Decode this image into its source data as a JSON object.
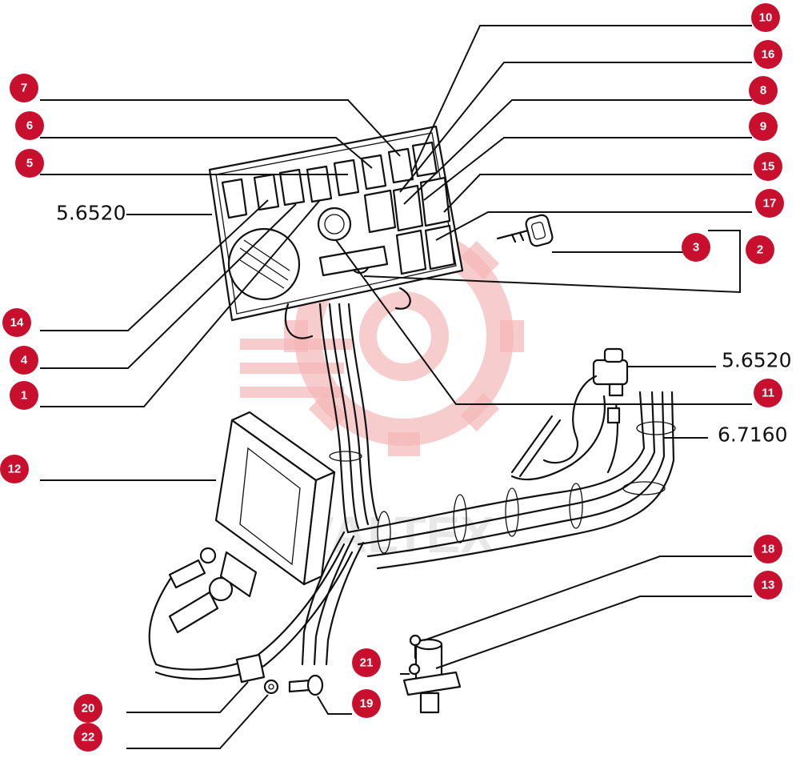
{
  "callouts": [
    {
      "id": "c7",
      "label": "7"
    },
    {
      "id": "c6",
      "label": "6"
    },
    {
      "id": "c5",
      "label": "5"
    },
    {
      "id": "c14",
      "label": "14"
    },
    {
      "id": "c4",
      "label": "4"
    },
    {
      "id": "c1",
      "label": "1"
    },
    {
      "id": "c12",
      "label": "12"
    },
    {
      "id": "c10",
      "label": "10"
    },
    {
      "id": "c16",
      "label": "16"
    },
    {
      "id": "c8",
      "label": "8"
    },
    {
      "id": "c9",
      "label": "9"
    },
    {
      "id": "c15",
      "label": "15"
    },
    {
      "id": "c17",
      "label": "17"
    },
    {
      "id": "c3",
      "label": "3"
    },
    {
      "id": "c2",
      "label": "2"
    },
    {
      "id": "c11",
      "label": "11"
    },
    {
      "id": "c18",
      "label": "18"
    },
    {
      "id": "c13",
      "label": "13"
    },
    {
      "id": "c21",
      "label": "21"
    },
    {
      "id": "c19",
      "label": "19"
    },
    {
      "id": "c20",
      "label": "20"
    },
    {
      "id": "c22",
      "label": "22"
    }
  ],
  "references": {
    "panel": "5.6520",
    "sensor": "5.6520",
    "harness": "6.7160"
  },
  "watermark": {
    "text": "VALTEX",
    "color": "#f4b6b6"
  },
  "colors": {
    "callout": "#c8102e",
    "line": "#111111"
  }
}
